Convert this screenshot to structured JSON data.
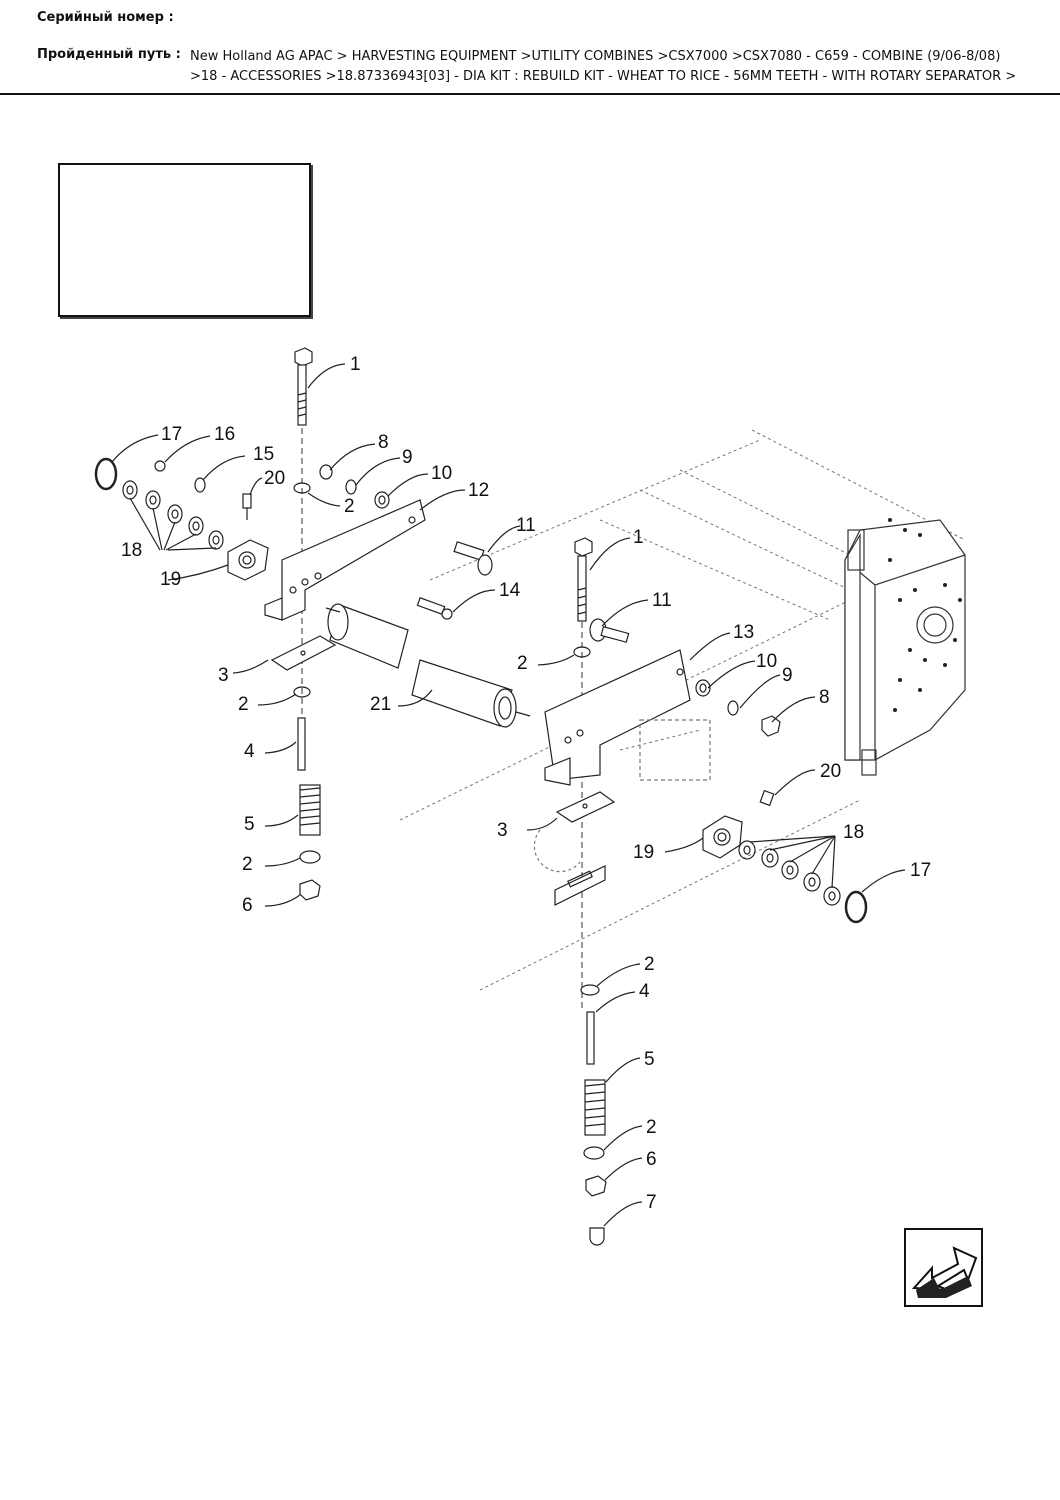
{
  "header": {
    "serial_label": "Серийный номер :",
    "path_label": "Пройденный путь :",
    "path_line1": "New Holland AG APAC > HARVESTING EQUIPMENT >UTILITY COMBINES >CSX7000 >CSX7080 - C659 - COMBINE (9/06-8/08)",
    "path_line2": ">18 - ACCESSORIES >18.87336943[03] - DIA KIT : REBUILD KIT - WHEAT TO RICE - 56MM TEETH - WITH ROTARY SEPARATOR >"
  },
  "callouts": [
    "1",
    "17",
    "16",
    "15",
    "20",
    "8",
    "9",
    "10",
    "12",
    "18",
    "19",
    "11",
    "14",
    "2",
    "3",
    "21",
    "4",
    "5",
    "6",
    "13",
    "7"
  ],
  "icons": {
    "nav": "arrow-back-icon"
  }
}
